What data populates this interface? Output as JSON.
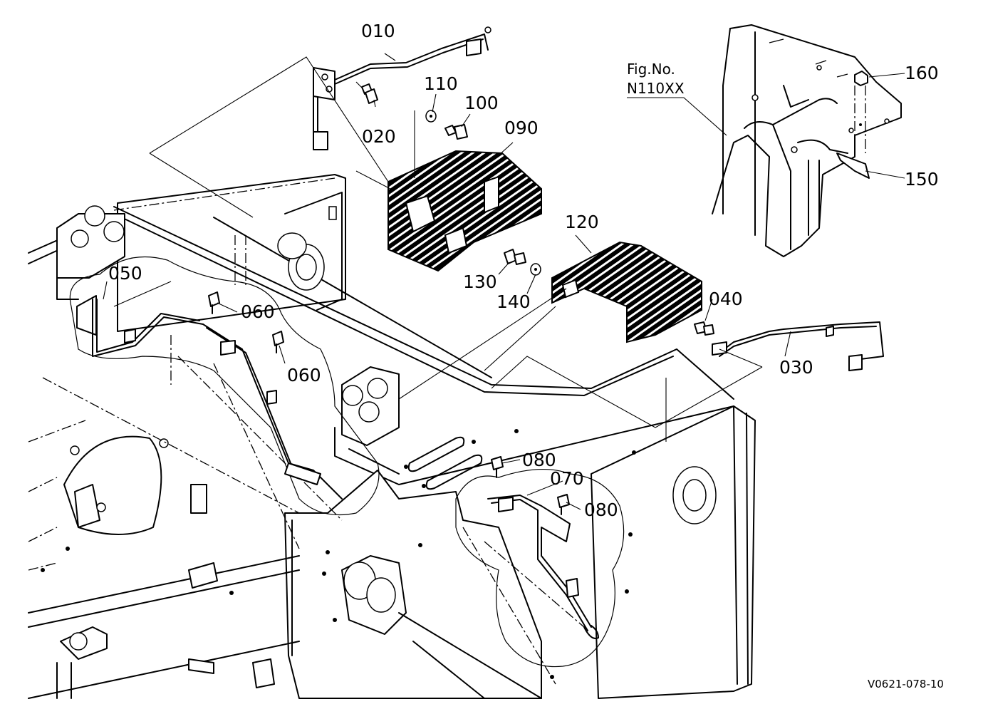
{
  "figure": {
    "code": "V0621-078-10",
    "reference": {
      "line1": "Fig.No.",
      "line2": "N110XX"
    }
  },
  "parts": [
    {
      "id": "010"
    },
    {
      "id": "020"
    },
    {
      "id": "030"
    },
    {
      "id": "040"
    },
    {
      "id": "050"
    },
    {
      "id": "060"
    },
    {
      "id": "060"
    },
    {
      "id": "070"
    },
    {
      "id": "080"
    },
    {
      "id": "080"
    },
    {
      "id": "090"
    },
    {
      "id": "100"
    },
    {
      "id": "110"
    },
    {
      "id": "120"
    },
    {
      "id": "130"
    },
    {
      "id": "140"
    },
    {
      "id": "150"
    },
    {
      "id": "160"
    }
  ]
}
